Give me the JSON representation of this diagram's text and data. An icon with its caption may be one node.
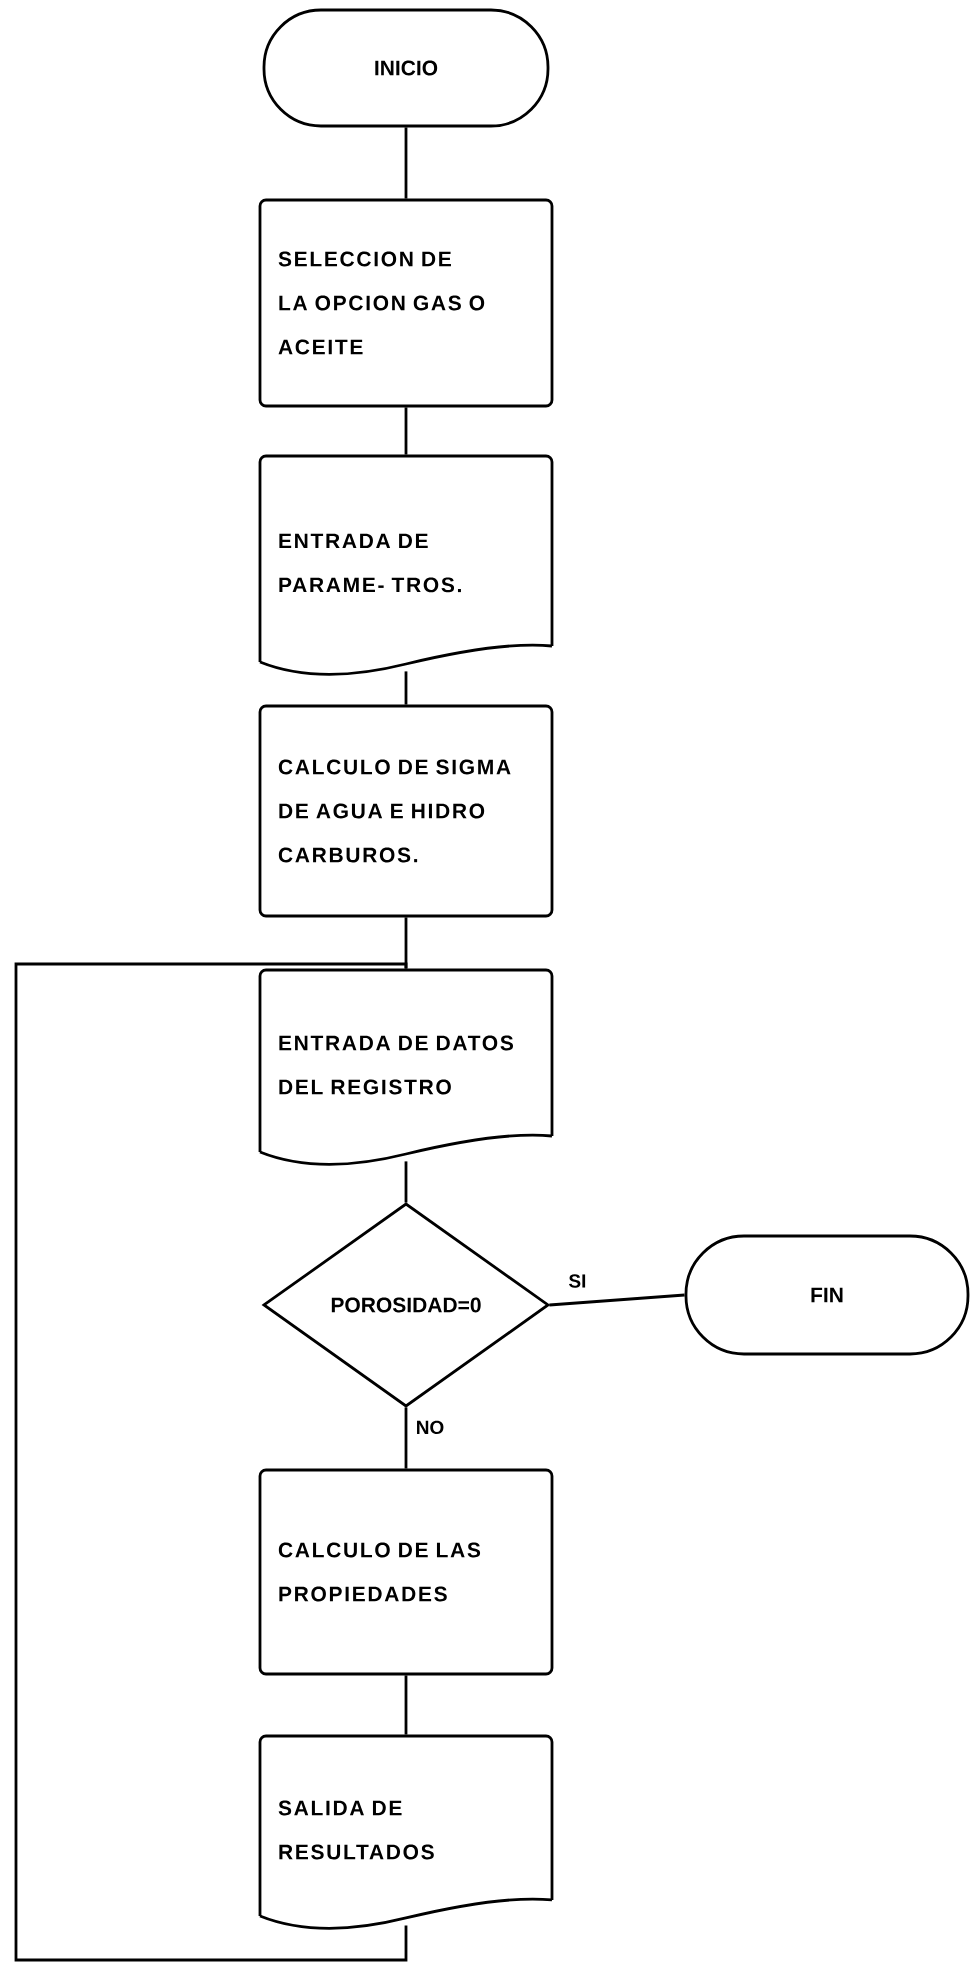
{
  "diagram": {
    "nodes": [
      {
        "text": [
          "INICIO"
        ]
      },
      {
        "text": [
          "SELECCION DE LA OPCION GAS O ACEITE"
        ]
      },
      {
        "text": [
          "ENTRADA DE PARAME- TROS."
        ]
      },
      {
        "text": [
          "CALCULO DE SIGMA DE AGUA E HIDRO CARBUROS."
        ]
      },
      {
        "text": [
          "ENTRADA DE DATOS DEL REGISTRO"
        ]
      },
      {
        "text": [
          "POROSIDAD=0"
        ]
      },
      {
        "text": [
          "FIN"
        ]
      },
      {
        "text": [
          "CALCULO DE LAS PROPIEDADES"
        ]
      },
      {
        "text": [
          "SALIDA DE RESULTADOS"
        ]
      }
    ],
    "edges": [
      {
        "from": 0,
        "to": 1,
        "arrow": "none"
      },
      {
        "from": 1,
        "to": 2,
        "arrow": "none"
      },
      {
        "from": 2,
        "to": 3,
        "arrow": "none"
      },
      {
        "from": 3,
        "to": 4,
        "arrow": "none"
      },
      {
        "from": 4,
        "to": 5,
        "arrow": "none"
      },
      {
        "from": 5,
        "to": 6,
        "arrow": "none",
        "label": "SI"
      },
      {
        "from": 5,
        "to": 7,
        "arrow": "none",
        "label": "NO"
      },
      {
        "from": 7,
        "to": 8,
        "arrow": "none"
      },
      {
        "from": 8,
        "to": 4,
        "arrow": "none"
      }
    ]
  }
}
